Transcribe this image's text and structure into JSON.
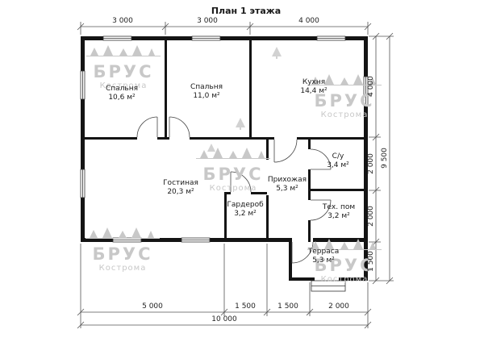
{
  "title": "План 1 этажа",
  "rooms": [
    {
      "label": "Спальня",
      "area": "10,6 м²"
    },
    {
      "label": "Спальня",
      "area": "11,0 м²"
    },
    {
      "label": "Кухня",
      "area": "14,4 м²"
    },
    {
      "label": "Гостиная",
      "area": "20,3 м²"
    },
    {
      "label": "Прихожая",
      "area": "5,3 м²"
    },
    {
      "label": "С/у",
      "area": "3,4 м²"
    },
    {
      "label": "Гардероб",
      "area": "3,2 м²"
    },
    {
      "label": "Тех. пом",
      "area": "3,2 м²"
    },
    {
      "label": "Терраса",
      "area": "5,3 м²"
    }
  ],
  "dimensions": {
    "top": [
      "3 000",
      "3 000",
      "4 000"
    ],
    "right": [
      "4 000",
      "2 000",
      "2 000",
      "1 500"
    ],
    "right_total": "9 500",
    "bottom": [
      "5 000",
      "1 500",
      "1 500",
      "2 000"
    ],
    "bottom_total": "10 000"
  },
  "watermark": {
    "name": "БРУС",
    "city": "Кострома"
  },
  "colors": {
    "wall": "#141414",
    "dimension": "#555555",
    "watermark": "#c8c8c8"
  }
}
